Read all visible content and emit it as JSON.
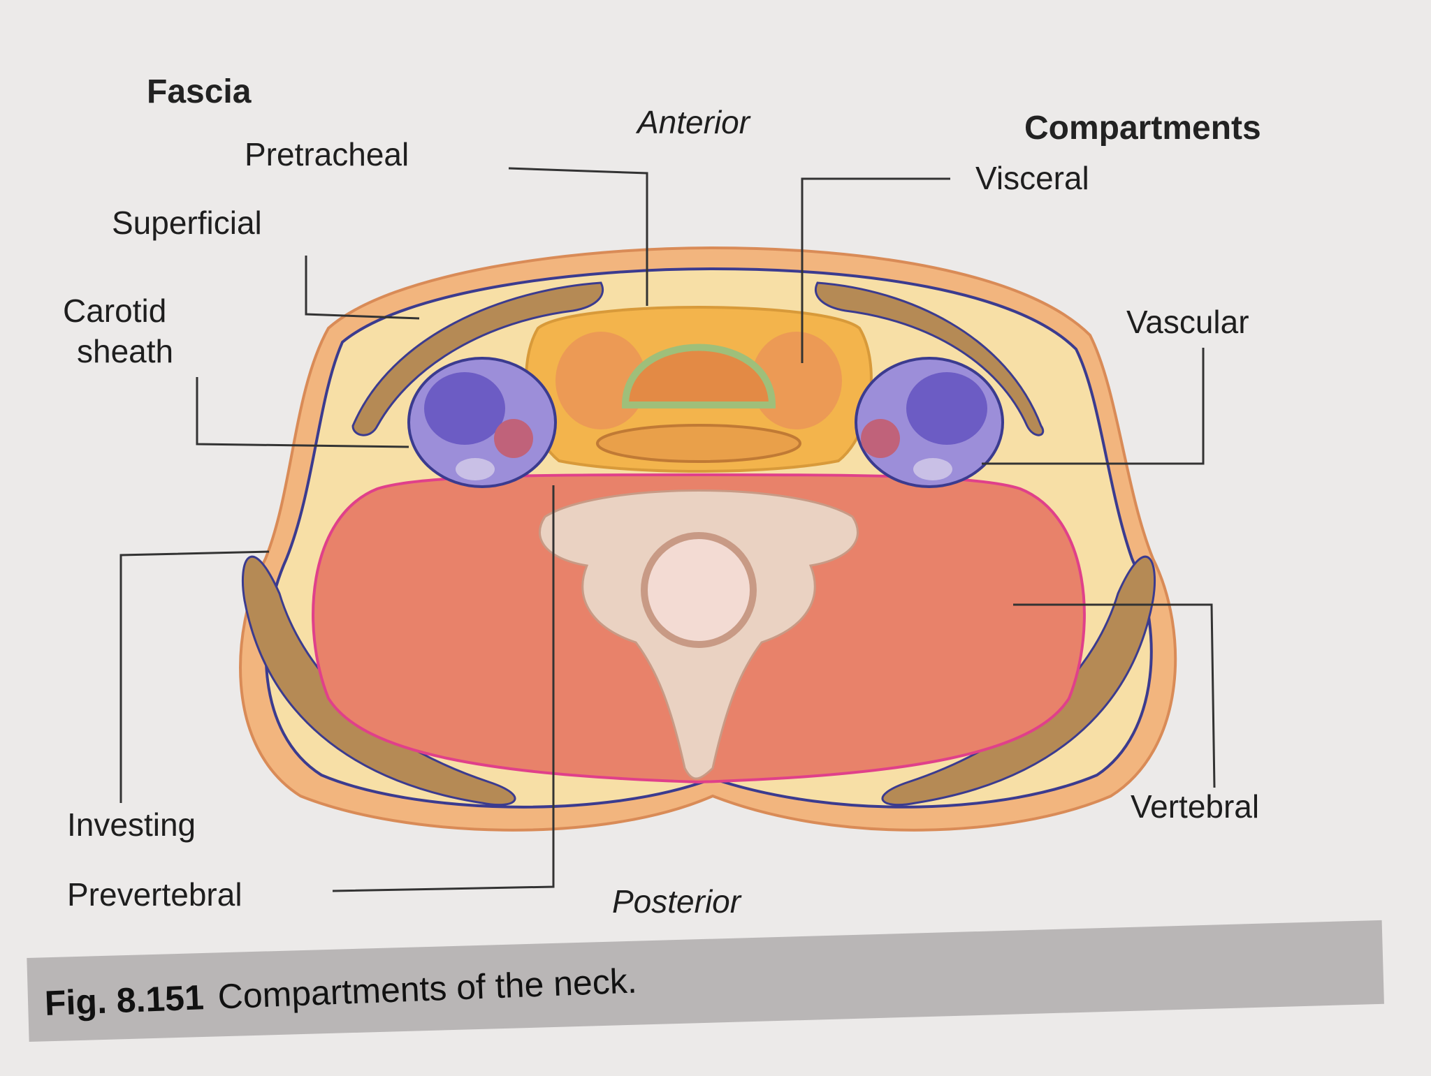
{
  "headings": {
    "fascia": "Fascia",
    "compartments": "Compartments"
  },
  "directions": {
    "anterior": "Anterior",
    "posterior": "Posterior"
  },
  "fascia_labels": {
    "pretracheal": "Pretracheal",
    "superficial": "Superficial",
    "carotid_line1": "Carotid",
    "carotid_line2": "sheath",
    "investing": "Investing",
    "prevertebral": "Prevertebral"
  },
  "compartment_labels": {
    "visceral": "Visceral",
    "vascular": "Vascular",
    "vertebral": "Vertebral"
  },
  "caption": {
    "figure": "Fig. 8.151",
    "text": "Compartments of the neck."
  },
  "colors": {
    "skin": "#f2b57e",
    "fascia_line": "#3b3b8f",
    "fat": "#f7dfa6",
    "muscle": "#e8826a",
    "visceral": "#f3b44c",
    "vascular": "#9c8ed9",
    "prevertebral_line": "#e0408a",
    "bone": "#ead2c2",
    "strap_muscle": "#b58a55"
  }
}
